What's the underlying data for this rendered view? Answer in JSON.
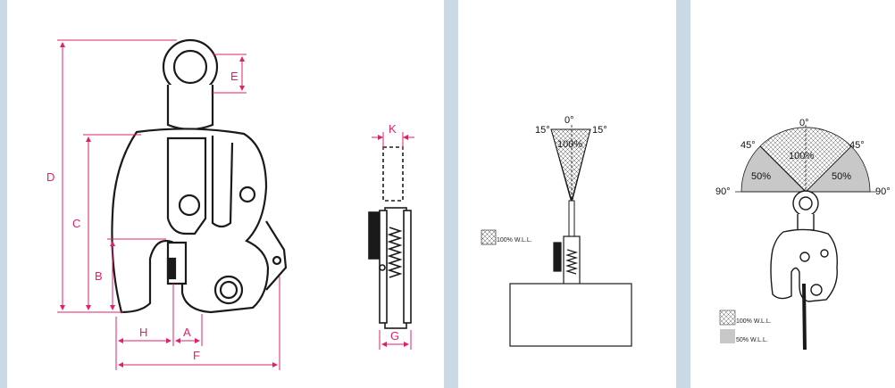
{
  "colors": {
    "background": "#c9dae6",
    "panel": "#ffffff",
    "dimension_line": "#e0206c",
    "outline": "#1a1a1a",
    "clamp_fill": "#ffffff",
    "half_load_zone": "#c8c8c8"
  },
  "dimensions": {
    "a": "A",
    "b": "B",
    "c": "C",
    "d": "D",
    "e": "E",
    "f": "F",
    "g": "G",
    "h": "H",
    "k": "K"
  },
  "vertical_lift": {
    "angle_left": "15°",
    "angle_center": "0°",
    "angle_right": "15°",
    "load_percent": "100%",
    "legend_label": "100% W.L.L."
  },
  "multi_angle_lift": {
    "angle_0": "0°",
    "angle_45_left": "45°",
    "angle_45_right": "45°",
    "angle_90_left": "90°",
    "angle_90_right": "90°",
    "center_load": "100%",
    "left_load": "50%",
    "right_load": "50%",
    "legend_full": "100% W.L.L.",
    "legend_half": "50% W.L.L."
  }
}
